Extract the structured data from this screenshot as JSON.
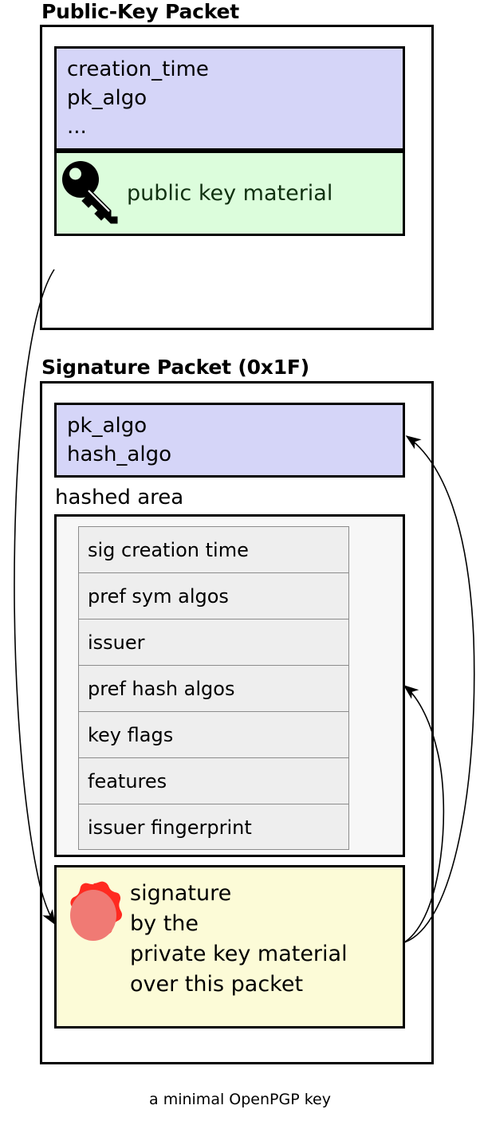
{
  "caption": "a minimal OpenPGP key",
  "colors": {
    "header_block": "#d5d5f8",
    "key_material_block": "#dcfddc",
    "signature_block": "#fcfbd7",
    "hashed_area": "#f7f7f7",
    "subpacket": "#eeeeee",
    "seal_outer": "#ff2a20",
    "seal_inner": "#f07a74",
    "outline": "#000000",
    "key_material_text": "#103010"
  },
  "public_key_packet": {
    "title": "Public-Key Packet",
    "header_fields": "creation_time\npk_algo\n...",
    "key_material": {
      "icon": "key-icon",
      "label": "public key material"
    }
  },
  "signature_packet": {
    "title": "Signature Packet (0x1F)",
    "header_fields": "pk_algo\nhash_algo",
    "hashed_area": {
      "label": "hashed area",
      "subpackets": [
        "sig creation time",
        "pref sym algos",
        "issuer",
        "pref hash algos",
        "key flags",
        "features",
        "issuer fingerprint"
      ]
    },
    "signature": {
      "icon": "wax-seal-icon",
      "text": "signature\nby the\nprivate key material\nover this packet"
    }
  }
}
